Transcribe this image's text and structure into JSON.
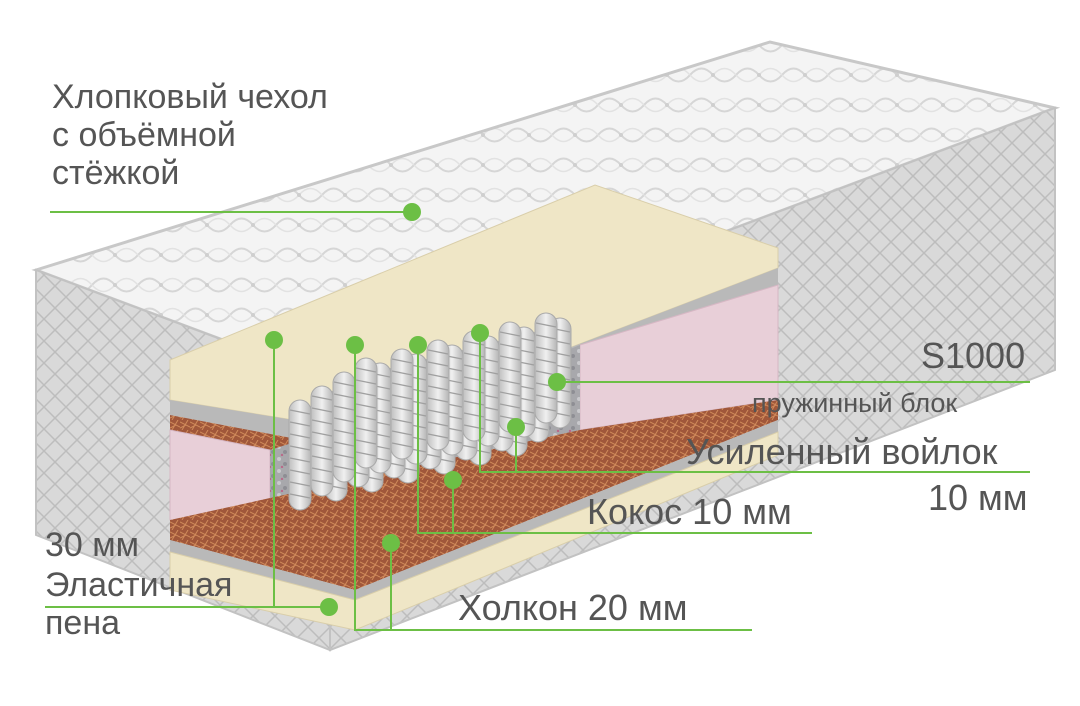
{
  "colors": {
    "accent": "#6cbf45",
    "label_text": "#555555",
    "cover": "#f2f2f2",
    "foam": "#efe6c6",
    "coir": "#a0573a",
    "felt": "#9a9a9a",
    "holcon": "#e8cfd8",
    "spring": "#d4d4d4"
  },
  "labels": {
    "cover": "Хлопковый чехол\nс объёмной\nстёжкой",
    "spring_model": "S1000",
    "spring_desc": "пружинный блок",
    "felt_title": "Усиленный войлок",
    "felt_thickness": "10 мм",
    "coir": "Кокос 10 мм",
    "holcon": "Холкон 20 мм",
    "foam_thickness": "30 мм",
    "foam_title": "Эластичная\nпена"
  }
}
